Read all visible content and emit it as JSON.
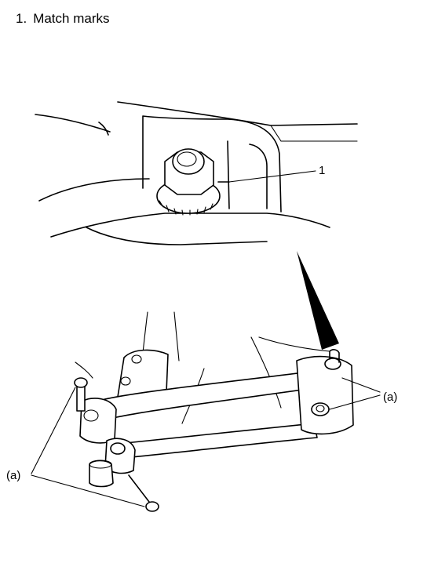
{
  "legend": {
    "number": "1.",
    "text": "Match marks"
  },
  "callouts": {
    "part1": "1",
    "a_right": "(a)",
    "a_left": "(a)"
  },
  "colors": {
    "ink": "#000000",
    "paper": "#ffffff"
  }
}
